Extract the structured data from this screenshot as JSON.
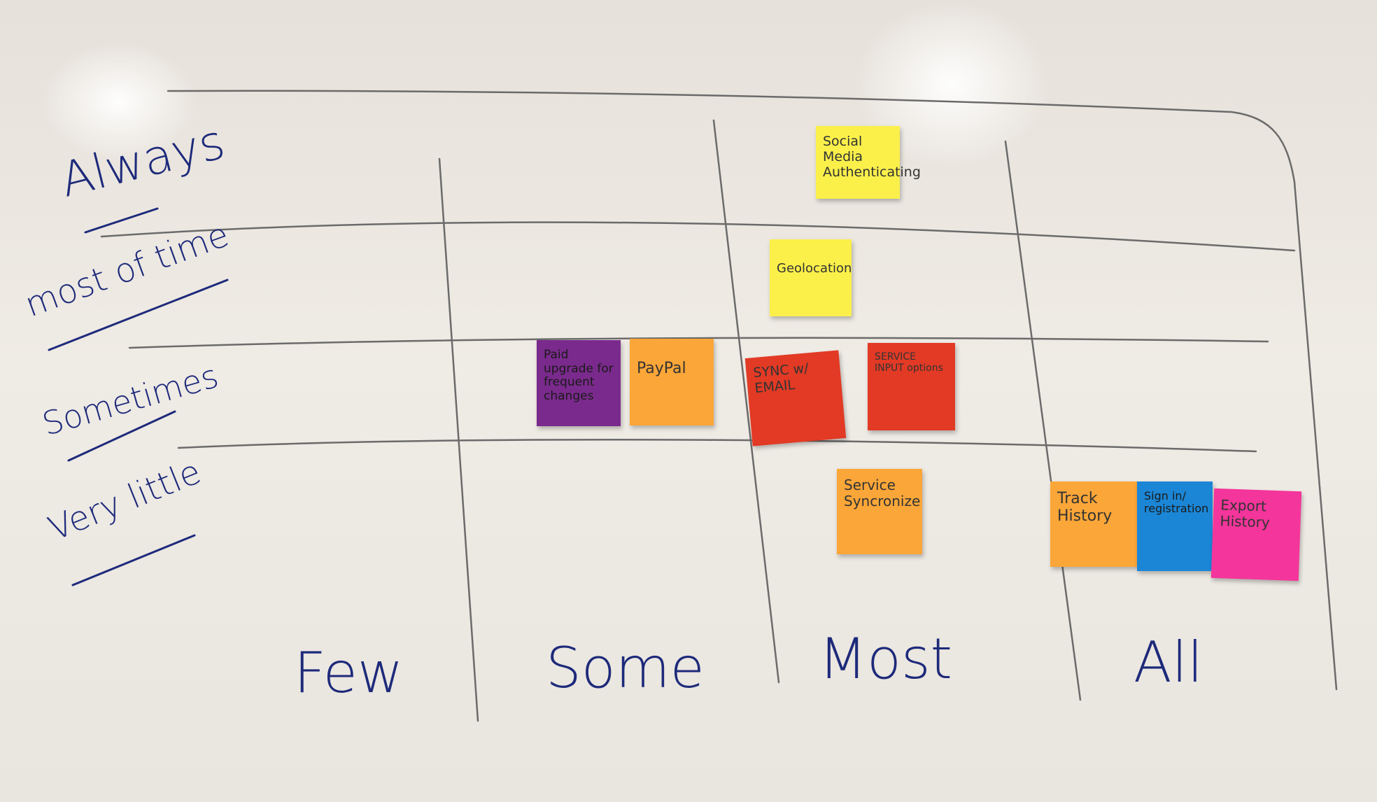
{
  "rows": [
    {
      "label": "Always"
    },
    {
      "label": "most of time"
    },
    {
      "label": "Sometimes"
    },
    {
      "label": "Very little"
    }
  ],
  "columns": [
    {
      "label": "Few"
    },
    {
      "label": "Some"
    },
    {
      "label": "Most"
    },
    {
      "label": "All"
    }
  ],
  "notes": [
    {
      "text": "Social Media Authenticating",
      "color": "#fbf04a"
    },
    {
      "text": "Geolocation",
      "color": "#fbf04a"
    },
    {
      "text": "Paid upgrade for frequent changes",
      "color": "#7a2a8c"
    },
    {
      "text": "PayPal",
      "color": "#fba638"
    },
    {
      "text": "SYNC w/ EMAIL",
      "color": "#e23a25"
    },
    {
      "text": "SERVICE INPUT options",
      "color": "#e23a25"
    },
    {
      "text": "Service Syncronize",
      "color": "#fba638"
    },
    {
      "text": "Track History",
      "color": "#fba638"
    },
    {
      "text": "Sign in/ registration",
      "color": "#1b86d6"
    },
    {
      "text": "Export History",
      "color": "#f4359b"
    }
  ]
}
